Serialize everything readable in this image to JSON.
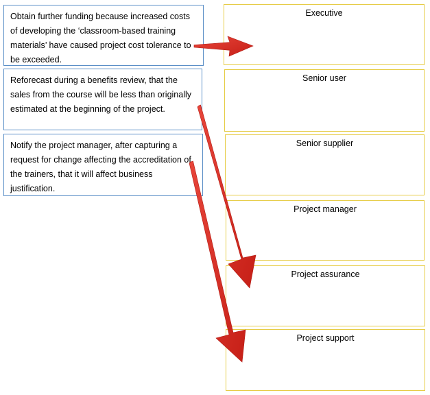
{
  "tasks": [
    "Obtain further funding because increased costs of developing the ‘classroom-based training materials’ have caused project cost tolerance to be exceeded.",
    "Reforecast during a benefits review, that the sales from the course will be less than originally estimated at the beginning of the project.",
    "Notify the project manager, after capturing a request for change affecting the accreditation of the trainers, that it will affect business justification."
  ],
  "roles": [
    "Executive",
    "Senior user",
    "Senior supplier",
    "Project manager",
    "Project assurance",
    "Project support"
  ],
  "colors": {
    "task_border": "#5b8fc7",
    "role_border": "#e6cc45",
    "arrow": "#d42a20"
  }
}
